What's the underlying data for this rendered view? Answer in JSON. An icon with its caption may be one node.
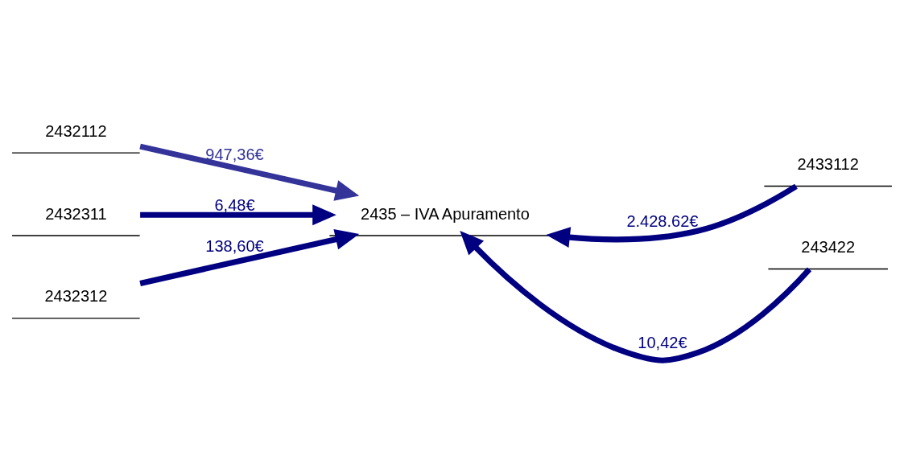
{
  "diagram": {
    "nodes": [
      {
        "text": [
          "2435 – IVA Apuramento"
        ]
      },
      {
        "text": [
          "2432112"
        ]
      },
      {
        "text": [
          "2432311"
        ]
      },
      {
        "text": [
          "2432312"
        ]
      },
      {
        "text": [
          "2433112"
        ]
      },
      {
        "text": [
          "243422"
        ]
      }
    ],
    "edges": [
      {
        "from": 1,
        "to": 0,
        "arrow": "to",
        "label": "947,36€",
        "color": "#333399"
      },
      {
        "from": 2,
        "to": 0,
        "arrow": "to",
        "label": "6,48€"
      },
      {
        "from": 3,
        "to": 0,
        "arrow": "to",
        "label": "138,60€"
      },
      {
        "from": 4,
        "to": 0,
        "arrow": "to",
        "label": "2.428.62€"
      },
      {
        "from": 5,
        "to": 0,
        "arrow": "to",
        "label": "10,42€"
      }
    ]
  }
}
